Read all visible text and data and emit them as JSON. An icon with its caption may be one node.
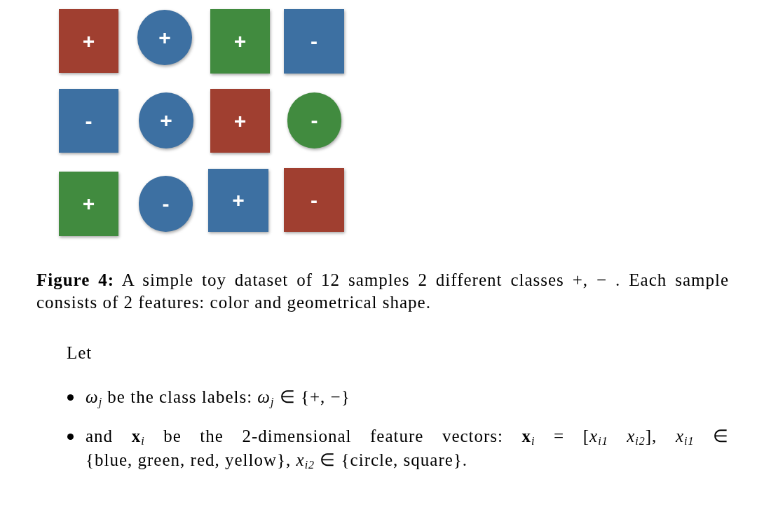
{
  "diagram": {
    "caption": "**Figure 4:** A simple toy dataset of 12 samples 2 different classes +, − . Each sample consists of 2 features: color and geometrical shape.",
    "nodes": [
      {
        "text": [
          "+"
        ]
      },
      {
        "text": [
          "+"
        ]
      },
      {
        "text": [
          "+"
        ]
      },
      {
        "text": [
          "-"
        ]
      },
      {
        "text": [
          "-"
        ]
      },
      {
        "text": [
          "+"
        ]
      },
      {
        "text": [
          "+"
        ]
      },
      {
        "text": [
          "-"
        ]
      },
      {
        "text": [
          "+"
        ]
      },
      {
        "text": [
          "-"
        ]
      },
      {
        "text": [
          "+"
        ]
      },
      {
        "text": [
          "-"
        ]
      }
    ],
    "labels": [
      "Let",
      "*ω*$_{j}$ be the class labels: *ω*$_{j}$ ∈ {+, −}",
      "and **x**$_{i}$ be the 2-dimensional feature vectors: **x**$_{i}$ = [*x*$_{i1}$ *x*$_{i2}$], *x*$_{i1}$ ∈ {blue, green, red, yellow}, *x*$_{i2}$ ∈ {circle, square}."
    ]
  }
}
